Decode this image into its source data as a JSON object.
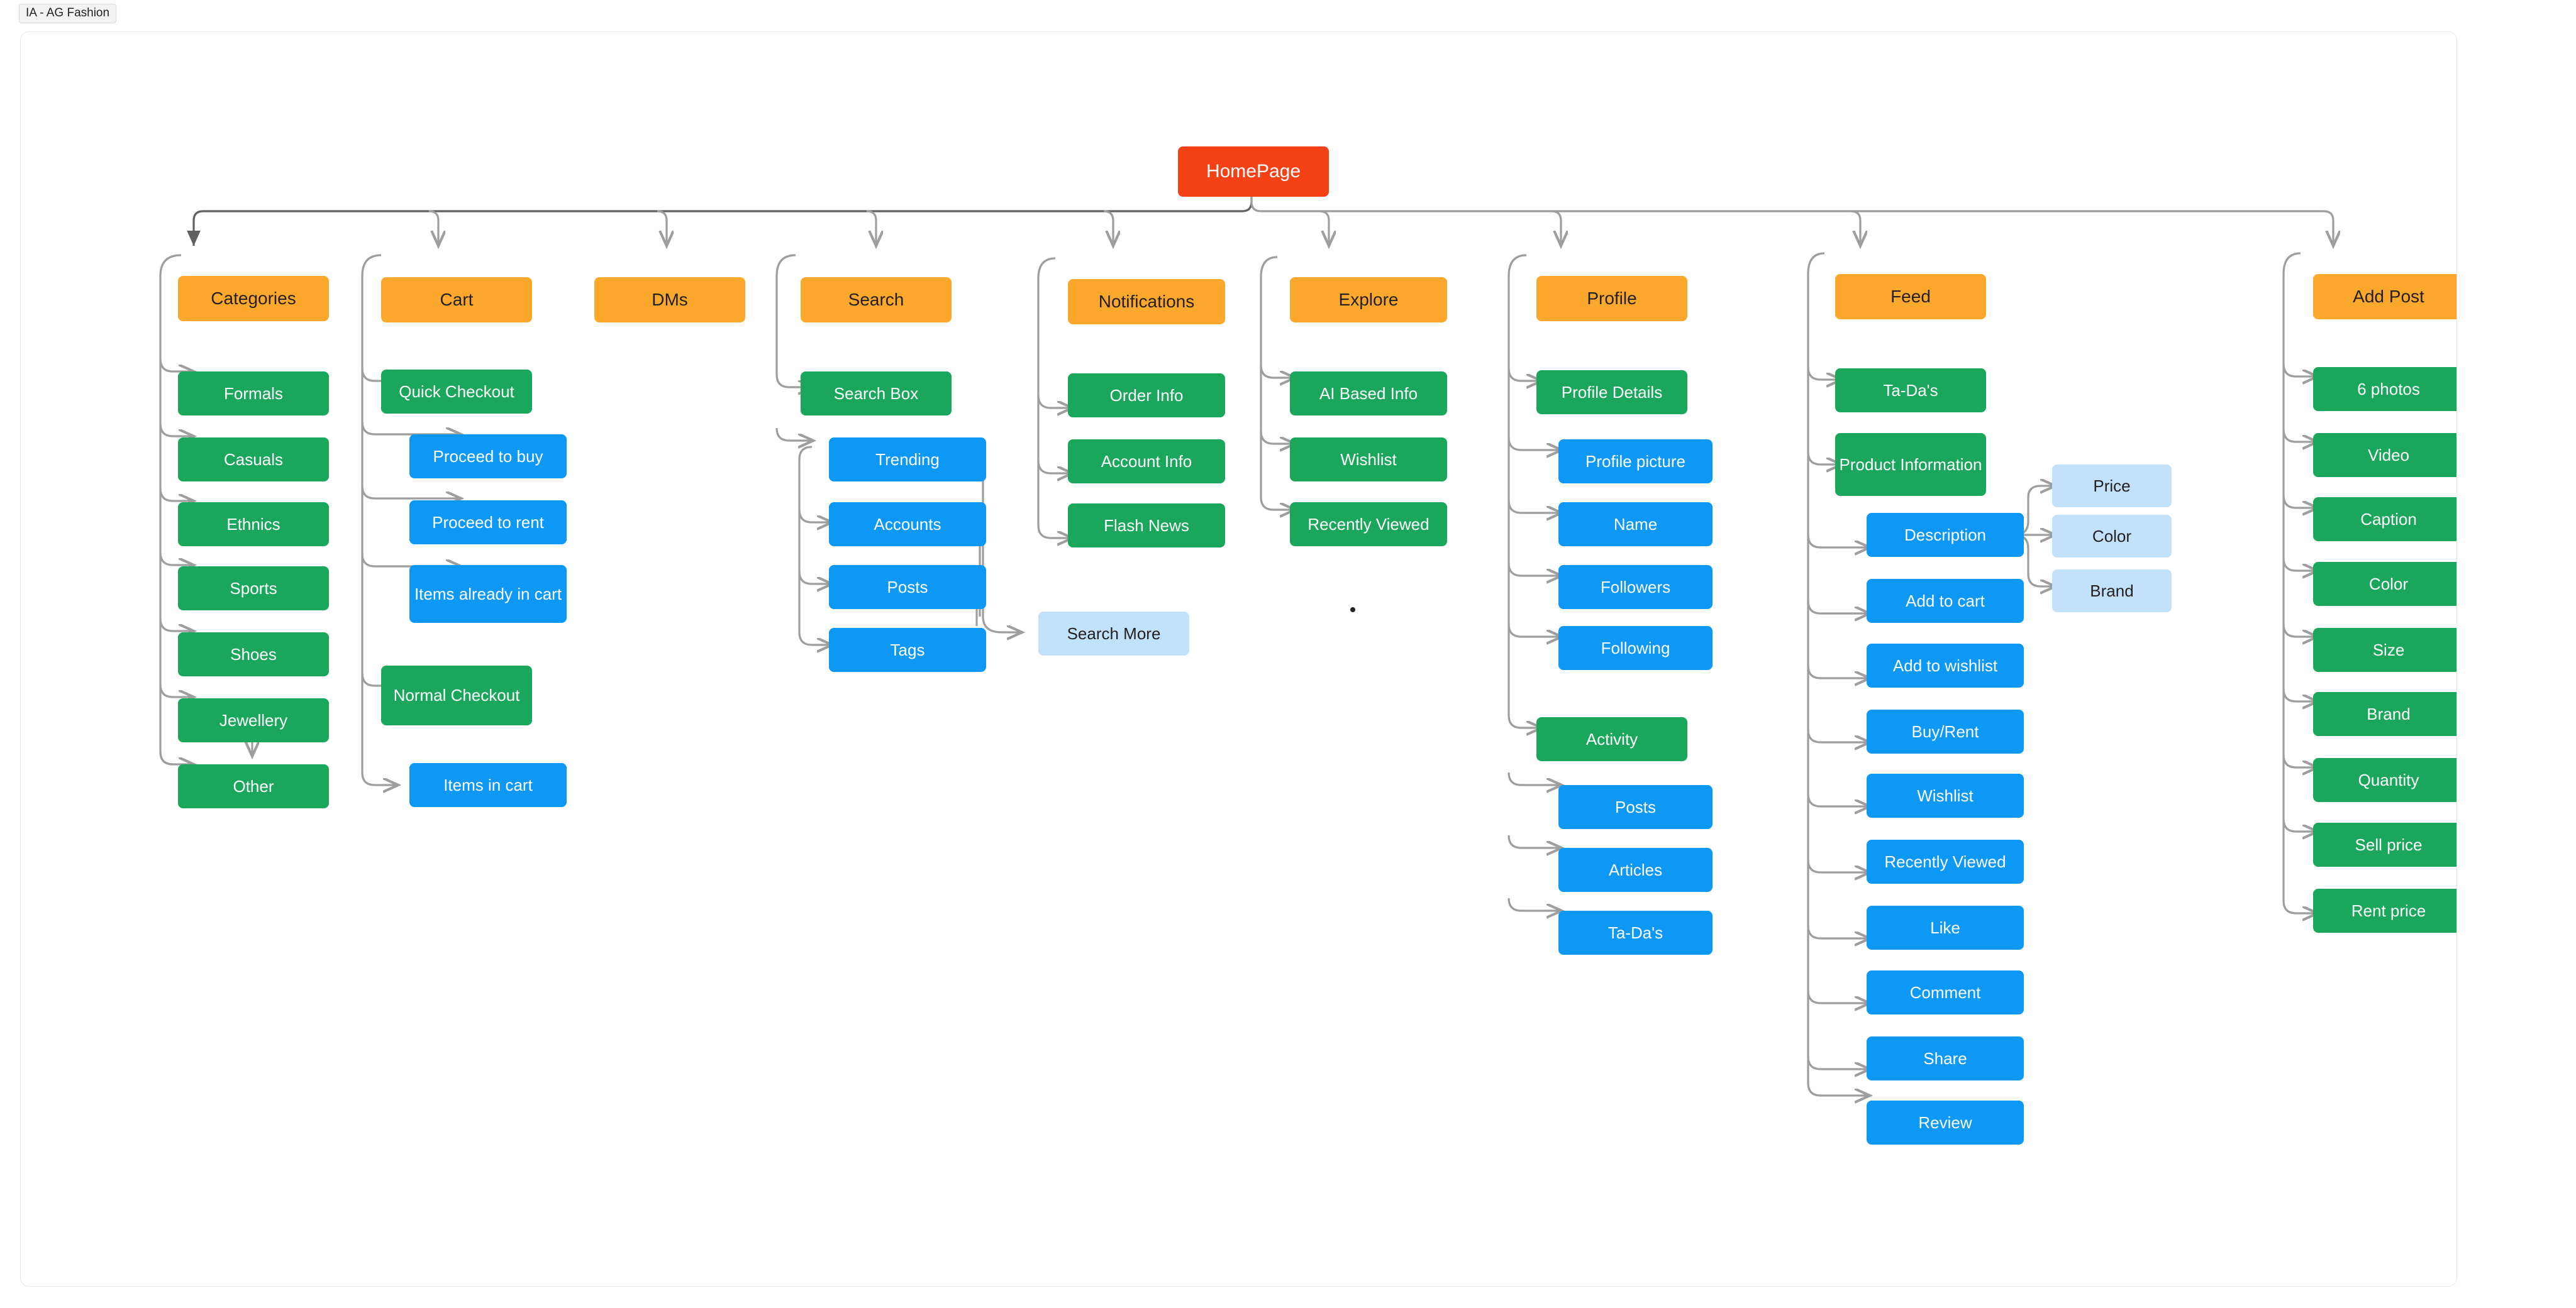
{
  "tab": {
    "label": "IA - AG Fashion"
  },
  "palette": {
    "root": "#f44116",
    "level1": "#fca82d",
    "level2": "#1ba75b",
    "level3": "#0d98f5",
    "level4": "#c2e2fb",
    "edge": "#9e9e9e",
    "edge_dark": "#616161",
    "canvas": "#ffffff",
    "border": "#e6e6e6"
  },
  "chart_data": {
    "type": "diagram",
    "title": "IA - AG Fashion",
    "root": "HomePage",
    "branches": [
      {
        "label": "Categories",
        "children": [
          {
            "label": "Formals",
            "level": 2
          },
          {
            "label": "Casuals",
            "level": 2
          },
          {
            "label": "Ethnics",
            "level": 2
          },
          {
            "label": "Sports",
            "level": 2
          },
          {
            "label": "Shoes",
            "level": 2
          },
          {
            "label": "Jewellery",
            "level": 2
          },
          {
            "label": "Other",
            "level": 2
          }
        ]
      },
      {
        "label": "Cart",
        "children": [
          {
            "label": "Quick Checkout",
            "level": 2
          },
          {
            "label": "Proceed to buy",
            "level": 3
          },
          {
            "label": "Proceed to rent",
            "level": 3
          },
          {
            "label": "Items already in cart",
            "level": 3
          },
          {
            "label": "Normal Checkout",
            "level": 2
          },
          {
            "label": "Items in cart",
            "level": 3
          }
        ]
      },
      {
        "label": "DMs",
        "children": []
      },
      {
        "label": "Search",
        "children": [
          {
            "label": "Search Box",
            "level": 2
          },
          {
            "label": "Trending",
            "level": 3
          },
          {
            "label": "Accounts",
            "level": 3
          },
          {
            "label": "Posts",
            "level": 3
          },
          {
            "label": "Tags",
            "level": 3
          },
          {
            "label": "Search More",
            "level": 4
          }
        ]
      },
      {
        "label": "Notifications",
        "children": [
          {
            "label": "Order Info",
            "level": 2
          },
          {
            "label": "Account Info",
            "level": 2
          },
          {
            "label": "Flash News",
            "level": 2
          }
        ]
      },
      {
        "label": "Explore",
        "children": [
          {
            "label": "AI Based Info",
            "level": 2
          },
          {
            "label": "Wishlist",
            "level": 2
          },
          {
            "label": "Recently Viewed",
            "level": 2
          }
        ]
      },
      {
        "label": "Profile",
        "children": [
          {
            "label": "Profile Details",
            "level": 2
          },
          {
            "label": "Profile picture",
            "level": 3
          },
          {
            "label": "Name",
            "level": 3
          },
          {
            "label": "Followers",
            "level": 3
          },
          {
            "label": "Following",
            "level": 3
          },
          {
            "label": "Activity",
            "level": 2
          },
          {
            "label": "Posts",
            "level": 3
          },
          {
            "label": "Articles",
            "level": 3
          },
          {
            "label": "Ta-Da's",
            "level": 3
          }
        ]
      },
      {
        "label": "Feed",
        "children": [
          {
            "label": "Ta-Da's",
            "level": 2
          },
          {
            "label": "Product Information",
            "level": 2
          },
          {
            "label": "Description",
            "level": 3
          },
          {
            "label": "Price",
            "level": 4
          },
          {
            "label": "Color",
            "level": 4
          },
          {
            "label": "Brand",
            "level": 4
          },
          {
            "label": "Add to cart",
            "level": 3
          },
          {
            "label": "Add to wishlist",
            "level": 3
          },
          {
            "label": "Buy/Rent",
            "level": 3
          },
          {
            "label": "Wishlist",
            "level": 3
          },
          {
            "label": "Recently Viewed",
            "level": 3
          },
          {
            "label": "Like",
            "level": 3
          },
          {
            "label": "Comment",
            "level": 3
          },
          {
            "label": "Share",
            "level": 3
          },
          {
            "label": "Review",
            "level": 3
          }
        ]
      },
      {
        "label": "Add Post",
        "children": [
          {
            "label": "6 photos",
            "level": 2
          },
          {
            "label": "Video",
            "level": 2
          },
          {
            "label": "Caption",
            "level": 2
          },
          {
            "label": "Color",
            "level": 2
          },
          {
            "label": "Size",
            "level": 2
          },
          {
            "label": "Brand",
            "level": 2
          },
          {
            "label": "Quantity",
            "level": 2
          },
          {
            "label": "Sell price",
            "level": 2
          },
          {
            "label": "Rent price",
            "level": 2
          }
        ]
      }
    ]
  },
  "nodes": {
    "root": {
      "label": "HomePage"
    },
    "categories": {
      "label": "Categories"
    },
    "cat_formals": {
      "label": "Formals"
    },
    "cat_casuals": {
      "label": "Casuals"
    },
    "cat_ethnics": {
      "label": "Ethnics"
    },
    "cat_sports": {
      "label": "Sports"
    },
    "cat_shoes": {
      "label": "Shoes"
    },
    "cat_jewellery": {
      "label": "Jewellery"
    },
    "cat_other": {
      "label": "Other"
    },
    "cart": {
      "label": "Cart"
    },
    "cart_quick": {
      "label": "Quick Checkout"
    },
    "cart_buy": {
      "label": "Proceed to buy"
    },
    "cart_rent": {
      "label": "Proceed to rent"
    },
    "cart_already": {
      "label": "Items already in cart"
    },
    "cart_normal": {
      "label": "Normal Checkout"
    },
    "cart_items": {
      "label": "Items in cart"
    },
    "dms": {
      "label": "DMs"
    },
    "search": {
      "label": "Search"
    },
    "search_box": {
      "label": "Search Box"
    },
    "search_trending": {
      "label": "Trending"
    },
    "search_accounts": {
      "label": "Accounts"
    },
    "search_posts": {
      "label": "Posts"
    },
    "search_tags": {
      "label": "Tags"
    },
    "search_more": {
      "label": "Search More"
    },
    "notifications": {
      "label": "Notifications"
    },
    "notif_order": {
      "label": "Order Info"
    },
    "notif_account": {
      "label": "Account Info"
    },
    "notif_flash": {
      "label": "Flash News"
    },
    "explore": {
      "label": "Explore"
    },
    "exp_ai": {
      "label": "AI Based Info"
    },
    "exp_wishlist": {
      "label": "Wishlist"
    },
    "exp_recent": {
      "label": "Recently Viewed"
    },
    "profile": {
      "label": "Profile"
    },
    "prof_details": {
      "label": "Profile Details"
    },
    "prof_picture": {
      "label": "Profile picture"
    },
    "prof_name": {
      "label": "Name"
    },
    "prof_followers": {
      "label": "Followers"
    },
    "prof_following": {
      "label": "Following"
    },
    "prof_activity": {
      "label": "Activity"
    },
    "prof_posts": {
      "label": "Posts"
    },
    "prof_articles": {
      "label": "Articles"
    },
    "prof_tadas": {
      "label": "Ta-Da's"
    },
    "feed": {
      "label": "Feed"
    },
    "feed_tadas": {
      "label": "Ta-Da's"
    },
    "feed_product": {
      "label": "Product Information"
    },
    "feed_desc": {
      "label": "Description"
    },
    "feed_price": {
      "label": "Price"
    },
    "feed_color": {
      "label": "Color"
    },
    "feed_brand": {
      "label": "Brand"
    },
    "feed_addcart": {
      "label": "Add to cart"
    },
    "feed_addwish": {
      "label": "Add to wishlist"
    },
    "feed_buyrent": {
      "label": "Buy/Rent"
    },
    "feed_wishlist": {
      "label": "Wishlist"
    },
    "feed_recent": {
      "label": "Recently Viewed"
    },
    "feed_like": {
      "label": "Like"
    },
    "feed_comment": {
      "label": "Comment"
    },
    "feed_share": {
      "label": "Share"
    },
    "feed_review": {
      "label": "Review"
    },
    "addpost": {
      "label": "Add Post"
    },
    "ap_photos": {
      "label": "6 photos"
    },
    "ap_video": {
      "label": "Video"
    },
    "ap_caption": {
      "label": "Caption"
    },
    "ap_color": {
      "label": "Color"
    },
    "ap_size": {
      "label": "Size"
    },
    "ap_brand": {
      "label": "Brand"
    },
    "ap_quantity": {
      "label": "Quantity"
    },
    "ap_sell": {
      "label": "Sell price"
    },
    "ap_rent": {
      "label": "Rent price"
    }
  }
}
